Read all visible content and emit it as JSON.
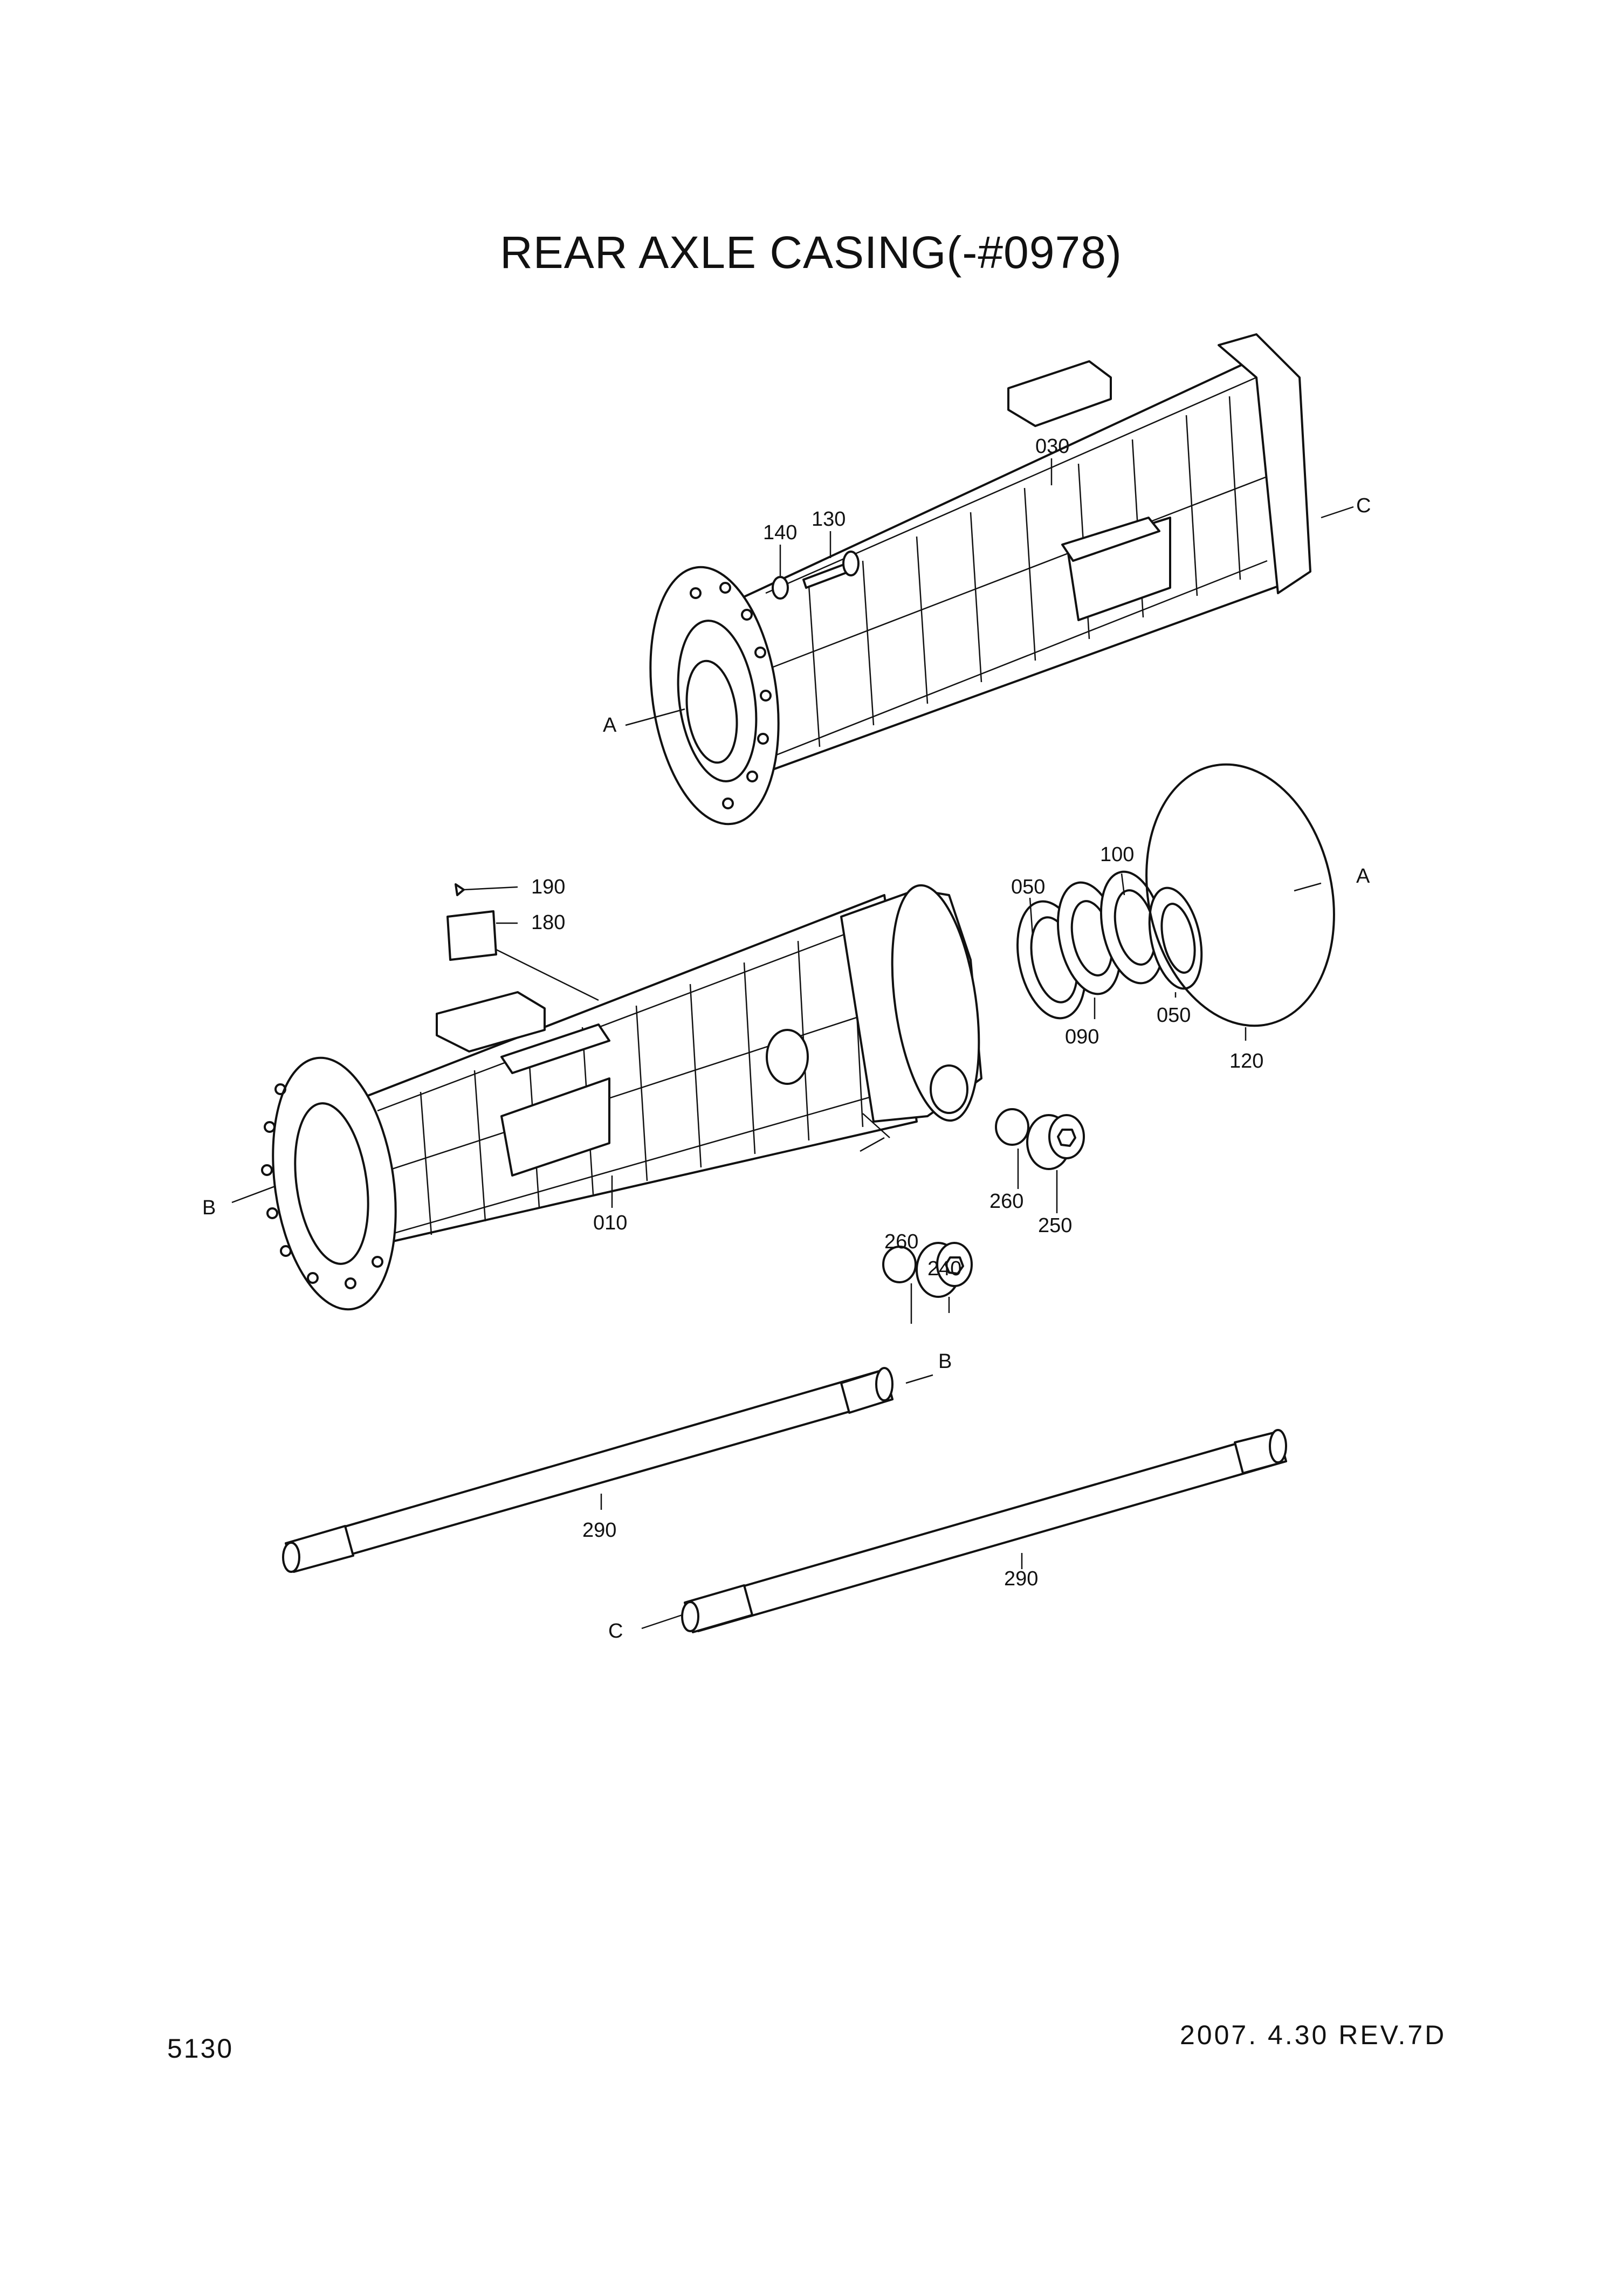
{
  "title": "REAR AXLE CASING(-#0978)",
  "page_number": "5130",
  "revision": "2007. 4.30  REV.7D",
  "callouts": {
    "p030": "030",
    "p140": "140",
    "p130": "130",
    "c_top": "C",
    "a_top": "A",
    "p190": "190",
    "p180": "180",
    "p050a": "050",
    "p100": "100",
    "a_mid": "A",
    "p090": "090",
    "p050b": "050",
    "p120": "120",
    "b_mid": "B",
    "p010": "010",
    "p260a": "260",
    "p260b": "260",
    "p250": "250",
    "p240": "240",
    "b_shaft": "B",
    "p290a": "290",
    "p290b": "290",
    "c_shaft": "C"
  }
}
